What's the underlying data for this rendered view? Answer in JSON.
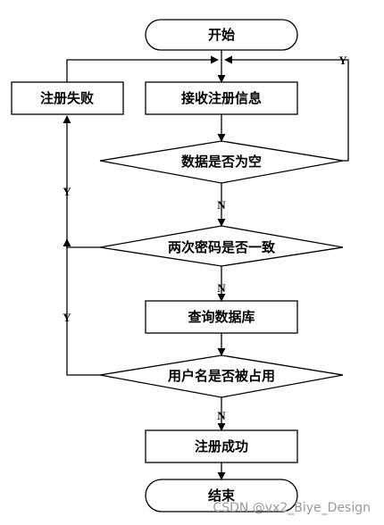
{
  "nodes": {
    "start": "开始",
    "fail": "注册失败",
    "receive": "接收注册信息",
    "empty_check": "数据是否为空",
    "pwd_check": "两次密码是否一致",
    "query_db": "查询数据库",
    "name_check": "用户名是否被占用",
    "success": "注册成功",
    "end": "结束"
  },
  "edges": {
    "empty_yes": "Y",
    "empty_no": "N",
    "pwd_yes": "Y",
    "pwd_no": "N",
    "name_yes": "Y",
    "name_no": "N"
  },
  "watermark": "CSDN @vx2_Biye_Design"
}
